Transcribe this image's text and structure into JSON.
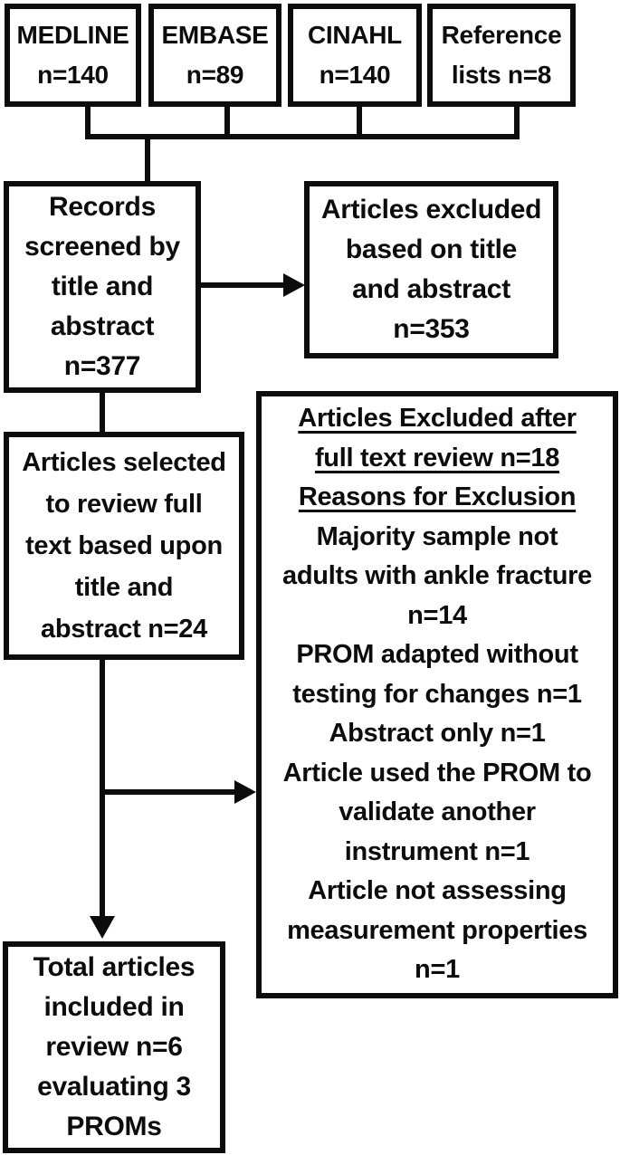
{
  "diagram": {
    "kind": "systematic-review-flowchart",
    "colors": {
      "ink": "#0c0c0c",
      "paper": "#ffffff"
    },
    "boxes": {
      "medline": {
        "lines": [
          "MEDLINE",
          "n=140"
        ]
      },
      "embase": {
        "lines": [
          "EMBASE",
          "n=89"
        ]
      },
      "cinahl": {
        "lines": [
          "CINAHL",
          "n=140"
        ]
      },
      "reference": {
        "lines": [
          "Reference",
          "lists n=8"
        ]
      },
      "records_screened": {
        "lines": [
          "Records",
          "screened by",
          "title and",
          "abstract",
          "n=377"
        ]
      },
      "excluded_title_abstract": {
        "lines": [
          "Articles excluded",
          "based on title",
          "and abstract",
          "n=353"
        ]
      },
      "selected_full_text": {
        "lines": [
          "Articles selected",
          "to review full",
          "text based upon",
          "title and",
          "abstract n=24"
        ]
      },
      "excluded_full_text": {
        "lines": [
          {
            "text": "Articles Excluded after",
            "underline": true
          },
          {
            "text": "full text review n=18",
            "underline": true
          },
          {
            "text": "Reasons for Exclusion",
            "underline": true
          },
          {
            "text": "Majority sample not"
          },
          {
            "text": "adults with ankle fracture"
          },
          {
            "text": "n=14"
          },
          {
            "text": "PROM adapted without"
          },
          {
            "text": "testing for changes n=1"
          },
          {
            "text": "Abstract only n=1"
          },
          {
            "text": "Article used the PROM to"
          },
          {
            "text": "validate another"
          },
          {
            "text": "instrument n=1"
          },
          {
            "text": "Article not assessing"
          },
          {
            "text": "measurement properties"
          },
          {
            "text": "n=1"
          }
        ]
      },
      "total_included": {
        "lines": [
          "Total articles",
          "included in",
          "review n=6",
          "evaluating 3",
          "PROMs"
        ]
      }
    }
  }
}
